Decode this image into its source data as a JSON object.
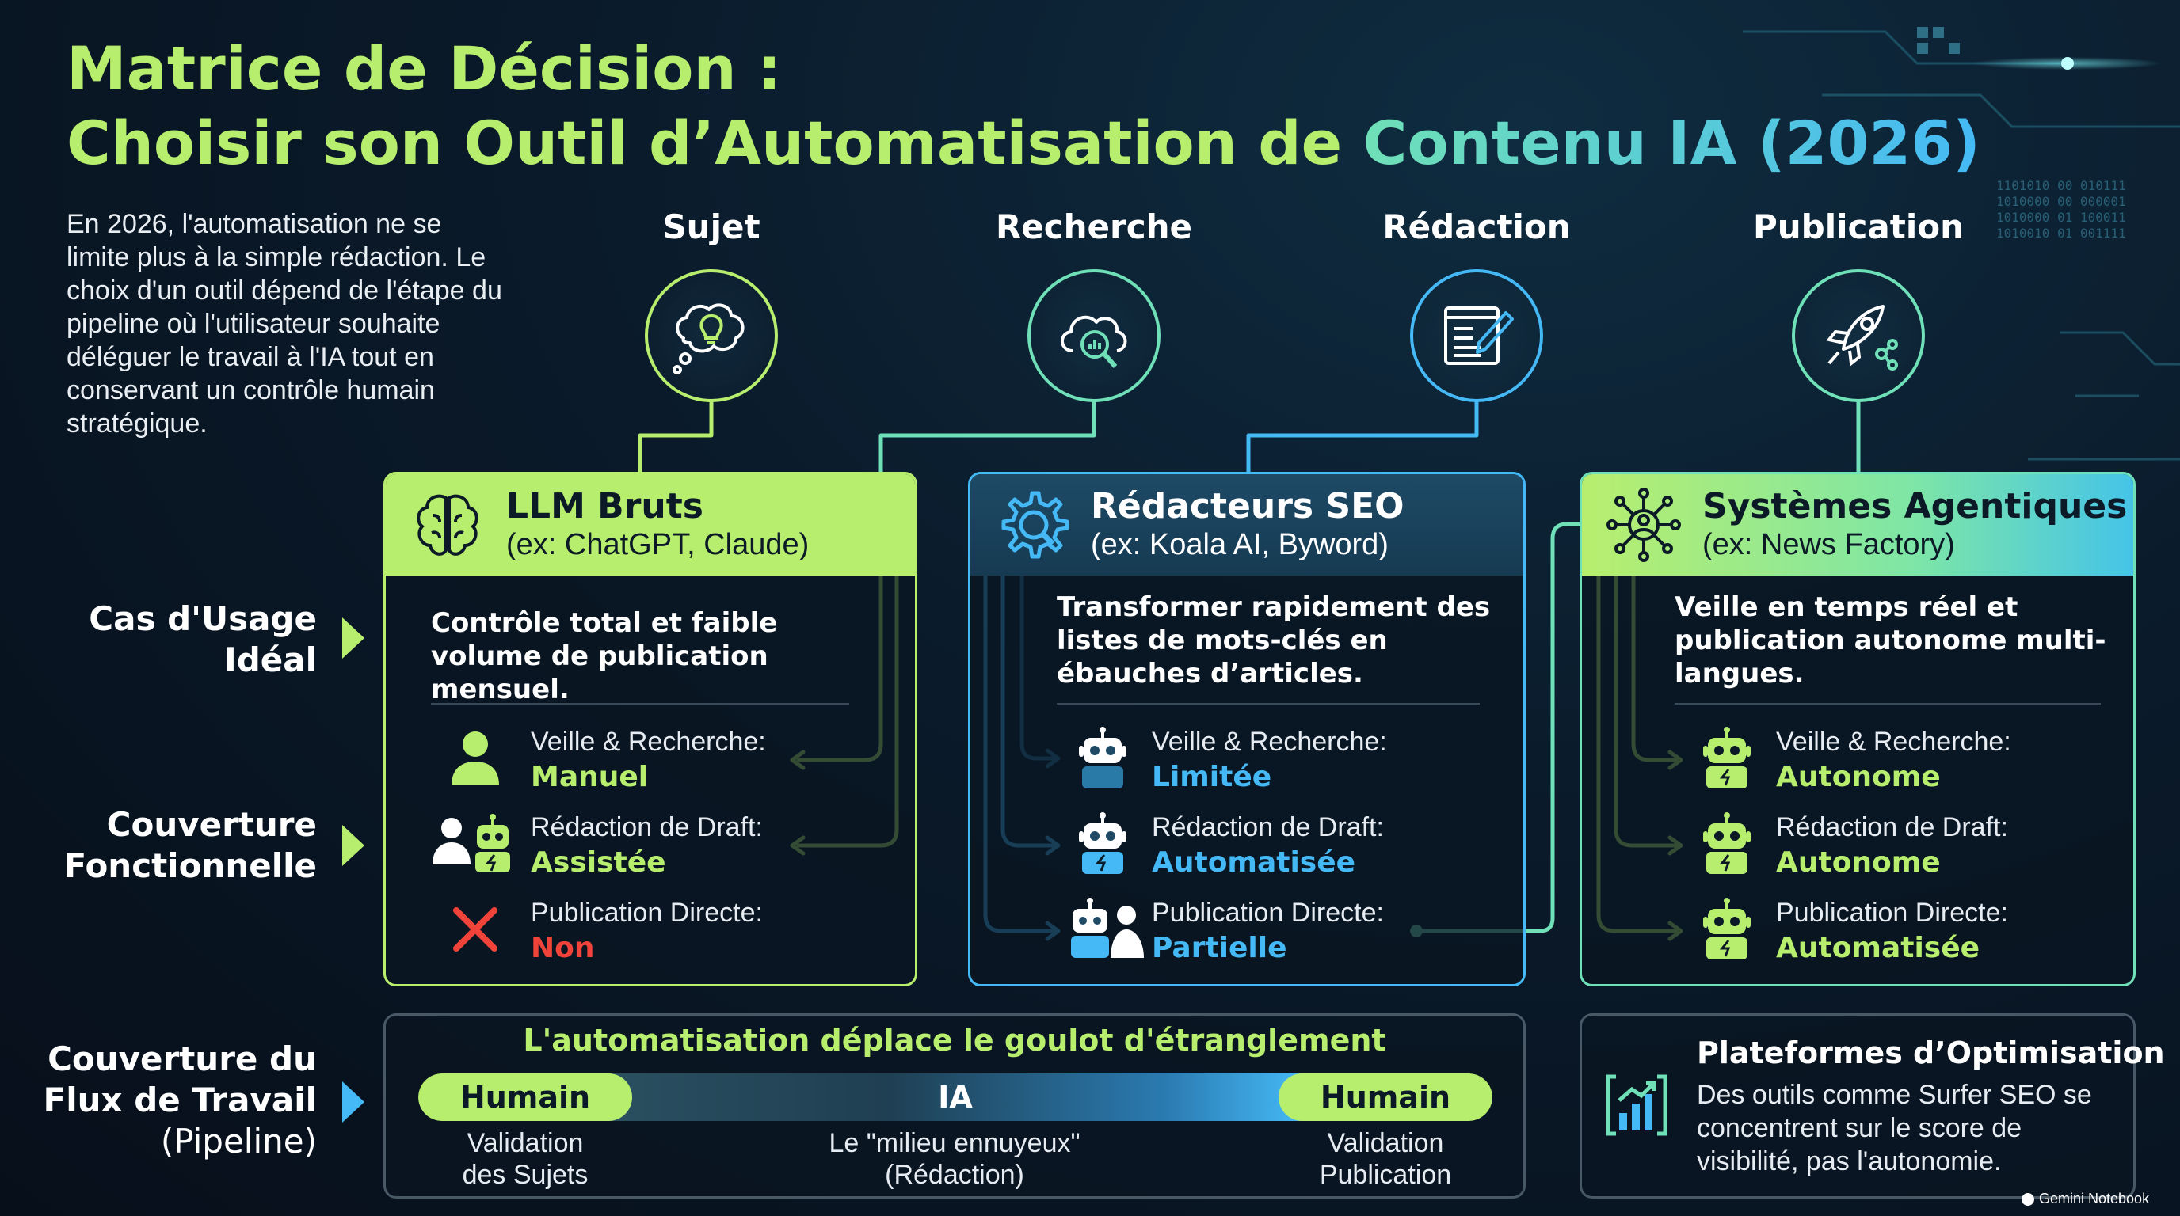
{
  "title": {
    "line1": "Matrice de Décision :",
    "line2a": "Choisir son Outil d’Automatisation de ",
    "line2b": "Contenu IA (2026)"
  },
  "intro": "En 2026, l'automatisation ne se limite plus à la simple rédaction. Le choix d'un outil dépend de l'étape du pipeline où l'utilisateur souhaite déléguer le travail à l'IA tout en conservant un contrôle humain stratégique.",
  "stages": [
    {
      "label": "Sujet",
      "icon": "thought-bulb-icon"
    },
    {
      "label": "Recherche",
      "icon": "cloud-search-icon"
    },
    {
      "label": "Rédaction",
      "icon": "document-pen-icon"
    },
    {
      "label": "Publication",
      "icon": "rocket-share-icon"
    }
  ],
  "row_labels": {
    "usage": [
      "Cas d'Usage",
      "Idéal"
    ],
    "coverage": [
      "Couverture",
      "Fonctionnelle"
    ],
    "workflow": [
      "Couverture du",
      "Flux de Travail",
      "(Pipeline)"
    ]
  },
  "colors": {
    "green": "#b8ee6e",
    "blue": "#45b9f5",
    "red": "#f0433a"
  },
  "cards": [
    {
      "name": "LLM Bruts",
      "example": "(ex: ChatGPT, Claude)",
      "usage": "Contrôle total et faible volume de publication mensuel.",
      "features": [
        {
          "label": "Veille & Recherche:",
          "value": "Manuel",
          "icon": "person-icon"
        },
        {
          "label": "Rédaction de Draft:",
          "value": "Assistée",
          "icon": "person-robot-icon"
        },
        {
          "label": "Publication Directe:",
          "value": "Non",
          "icon": "cross-icon"
        }
      ]
    },
    {
      "name": "Rédacteurs SEO",
      "example": "(ex: Koala AI, Byword)",
      "usage": "Transformer rapidement des listes de mots-clés en ébauches d’articles.",
      "features": [
        {
          "label": "Veille & Recherche:",
          "value": "Limitée",
          "icon": "robot-icon"
        },
        {
          "label": "Rédaction de Draft:",
          "value": "Automatisée",
          "icon": "robot-icon"
        },
        {
          "label": "Publication Directe:",
          "value": "Partielle",
          "icon": "robot-person-icon"
        }
      ]
    },
    {
      "name": "Systèmes Agentiques",
      "example": "(ex: News Factory)",
      "usage": "Veille en temps réel et publication autonome multi-langues.",
      "features": [
        {
          "label": "Veille & Recherche:",
          "value": "Autonome",
          "icon": "robot-icon"
        },
        {
          "label": "Rédaction de Draft:",
          "value": "Autonome",
          "icon": "robot-icon"
        },
        {
          "label": "Publication Directe:",
          "value": "Automatisée",
          "icon": "robot-icon"
        }
      ]
    }
  ],
  "pipeline": {
    "heading": "L'automatisation déplace le goulot d'étranglement",
    "segments": [
      {
        "label": "Humain",
        "caption": [
          "Validation",
          "des Sujets"
        ]
      },
      {
        "label": "IA",
        "caption": [
          "Le \"milieu ennuyeux\"",
          "(Rédaction)"
        ]
      },
      {
        "label": "Humain",
        "caption": [
          "Validation",
          "Publication"
        ]
      }
    ]
  },
  "optimisation": {
    "title": "Plateformes d’Optimisation",
    "text": [
      "Des outils comme Surfer SEO se",
      "concentrent sur le score de",
      "visibilité, pas l'autonomie."
    ],
    "icon": "chart-arrows-icon"
  },
  "footer": "Gemini Notebook"
}
